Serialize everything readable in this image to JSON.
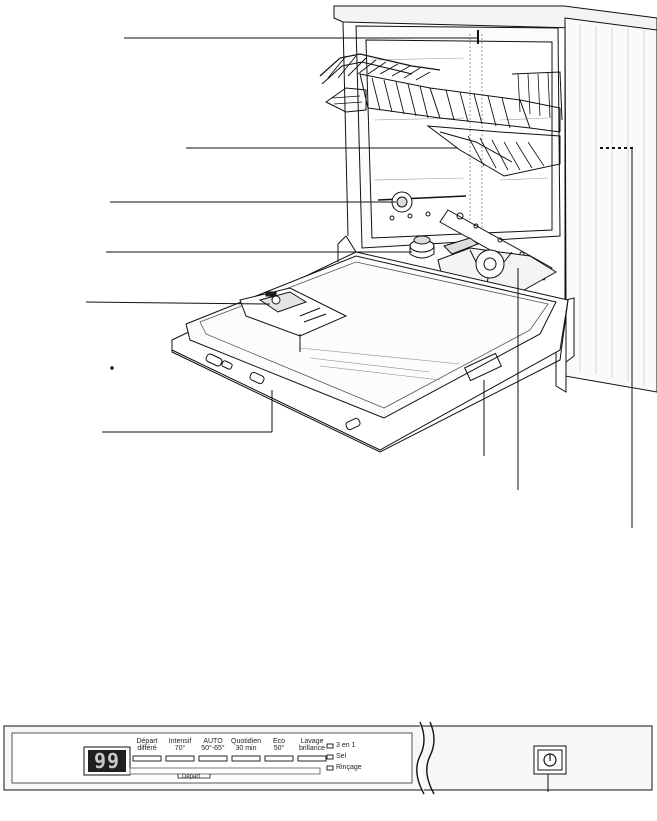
{
  "control_panel": {
    "display_value": "99",
    "program_buttons": [
      {
        "label": "Départ\ndifféré"
      },
      {
        "label": "Intensif\n70°"
      },
      {
        "label": "AUTO\n50°-65°"
      },
      {
        "label": "Quotidien\n30 min"
      },
      {
        "label": "Eco\n50°"
      },
      {
        "label": "Lavage\nbrillance"
      }
    ],
    "indicators": [
      {
        "label": "3 en 1"
      },
      {
        "label": "Sel"
      },
      {
        "label": "Rinçage"
      }
    ],
    "subprogram_label": "Départ",
    "power_icon": "power-icon"
  },
  "colors": {
    "line": "#111111",
    "panel_bg": "#f7f7f7",
    "display_bg": "#1f1f1f"
  }
}
